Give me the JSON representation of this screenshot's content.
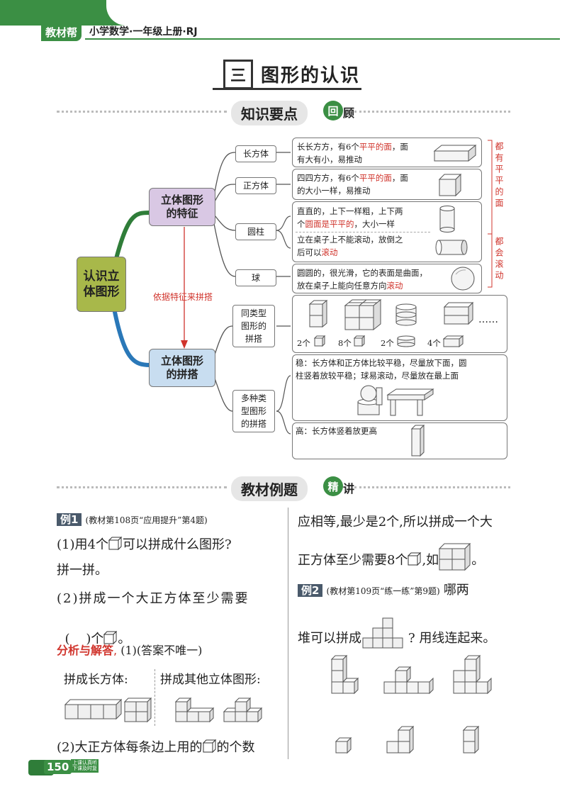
{
  "header": {
    "brand": "教材帮",
    "book": "小学数学·一年级上册·RJ"
  },
  "chapter": {
    "number": "三",
    "title": "图形的认识"
  },
  "section1": {
    "title": "知识要点",
    "badge": "回",
    "badge_tail": "顾"
  },
  "mindmap": {
    "root": "认识立体图形",
    "branch1": "立体图形的特征",
    "branch2": "立体图形的拼搭",
    "arrow_label": "依据特征来拼搭",
    "items": {
      "cuboid": "长方体",
      "cube": "正方体",
      "cylinder": "圆柱",
      "sphere": "球"
    },
    "desc": {
      "cuboid_a": "长长方方，有6个",
      "cuboid_b": "平平的面",
      "cuboid_c": "，面",
      "cuboid_d": "有大有小，易推动",
      "cube_a": "四四方方，有6个",
      "cube_b": "平平的面",
      "cube_c": "，面",
      "cube_d": "的大小一样，易推动",
      "cyl1_a": "直直的，上下一样粗，上下两",
      "cyl1_b": "个",
      "cyl1_c": "圆面是平平的",
      "cyl1_d": "，大小一样",
      "cyl2_a": "立在桌子上不能滚动，放倒之",
      "cyl2_b": "后可以",
      "cyl2_c": "滚动",
      "sph_a": "圆圆的，很光滑，它的表面是曲面，",
      "sph_b": "放在桌子上能向任意方向",
      "sph_c": "滚动"
    },
    "side_note1": "都有平平的面",
    "side_note2": "都会滚动",
    "build_same": "同类型图形的拼搭",
    "build_mixed": "多种类型图形的拼搭",
    "counts": [
      "2个",
      "8个",
      "2个",
      "4个"
    ],
    "ellipsis": "……",
    "stable_a": "稳：长方体和正方体比较平稳，尽量放下面，圆",
    "stable_b": "柱竖着放较平稳；球易滚动，尽量放在最上面",
    "tall": "高：长方体竖着放更高"
  },
  "section2": {
    "title": "教材例题",
    "badge": "精",
    "badge_tail": "讲"
  },
  "ex1": {
    "tag": "例1",
    "source": "(教材第108页“应用提升”第4题)",
    "q1a": "(1)用4个",
    "q1b": "可以拼成什么图形?",
    "q1c": "拼一拼。",
    "q2a": "(2)拼成一个大正方体至少需要",
    "q2b": "(    )个",
    "q2c": "。",
    "ans_label": "分析与解答",
    "ans_text": "(1)(答案不唯一)",
    "opt1": "拼成长方体:",
    "opt2": "拼成其他立体图形:",
    "p2a": "(2)大正方体每条边上用的",
    "p2b": "的个数"
  },
  "ex1_cont": {
    "l1": "应相等,最少是2个,所以拼成一个大",
    "l2a": "正方体至少需要8个",
    "l2b": ",如",
    "l2c": "。"
  },
  "ex2": {
    "tag": "例2",
    "source": "(教材第109页“练一练”第9题)",
    "q_a": "哪两",
    "q_b": "堆可以拼成",
    "q_c": "? 用线连起来。"
  },
  "footer": {
    "page": "150",
    "note1": "上课认真听",
    "note2": "下课及时复"
  }
}
